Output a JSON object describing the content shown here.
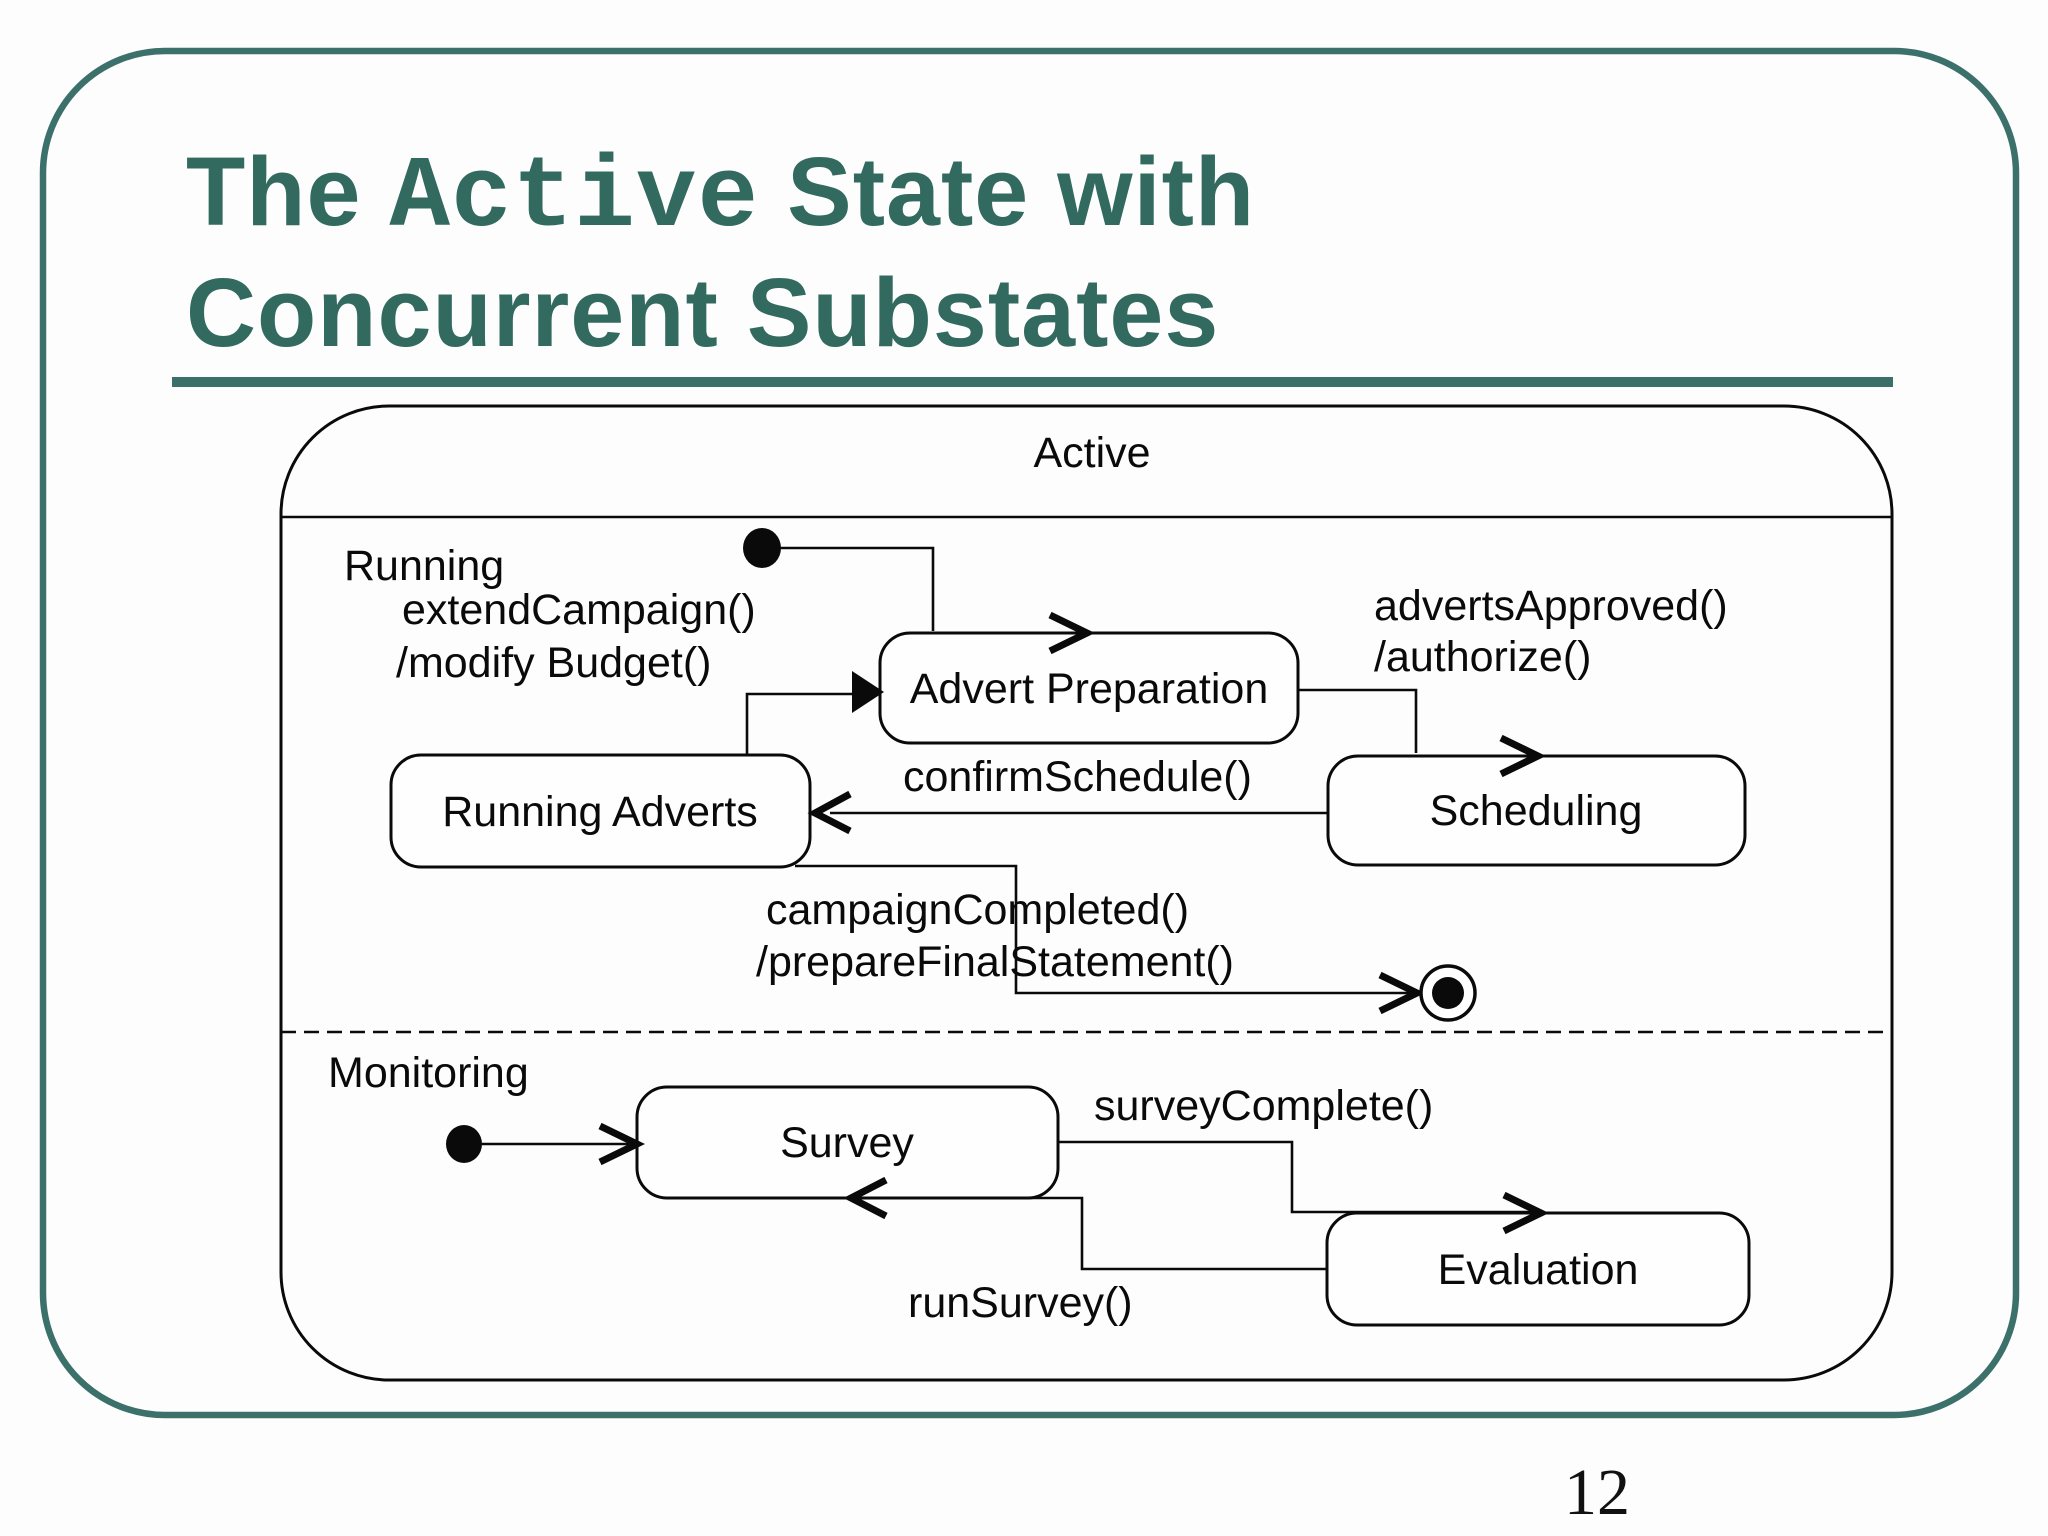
{
  "slide": {
    "page_number": "12",
    "title": {
      "part1": "The ",
      "part2_mono": "Active",
      "part3": " State with",
      "line2": "Concurrent Substates"
    }
  },
  "colors": {
    "title_teal": "#326A60",
    "frame_teal": "#3C706B",
    "diagram_ink": "#0a0a0a"
  },
  "diagram": {
    "type": "uml-statechart",
    "composite_state_label": "Active",
    "regions": [
      {
        "label": "Running"
      },
      {
        "label": "Monitoring"
      }
    ],
    "states": [
      {
        "label": "Advert Preparation",
        "region": "Running"
      },
      {
        "label": "Running Adverts",
        "region": "Running"
      },
      {
        "label": "Scheduling",
        "region": "Running"
      },
      {
        "label": "Survey",
        "region": "Monitoring"
      },
      {
        "label": "Evaluation",
        "region": "Monitoring"
      }
    ],
    "pseudostates": [
      {
        "type": "initial",
        "region": "Running"
      },
      {
        "type": "final",
        "region": "Running"
      },
      {
        "type": "initial",
        "region": "Monitoring"
      }
    ],
    "transitions": [
      {
        "from": "initial",
        "to": "Advert Preparation"
      },
      {
        "from": "Running Adverts",
        "to": "Advert Preparation",
        "trigger": "extendCampaign()",
        "action": "/modify Budget()"
      },
      {
        "from": "Advert Preparation",
        "to": "Scheduling",
        "trigger": "advertsApproved()",
        "action": "/authorize()"
      },
      {
        "from": "Scheduling",
        "to": "Running Adverts",
        "trigger": "confirmSchedule()"
      },
      {
        "from": "Running Adverts",
        "to": "final",
        "trigger": "campaignCompleted()",
        "action": "/prepareFinalStatement()"
      },
      {
        "from": "initial",
        "to": "Survey"
      },
      {
        "from": "Survey",
        "to": "Evaluation",
        "trigger": "surveyComplete()"
      },
      {
        "from": "Evaluation",
        "to": "Survey",
        "trigger": "runSurvey()"
      }
    ]
  }
}
